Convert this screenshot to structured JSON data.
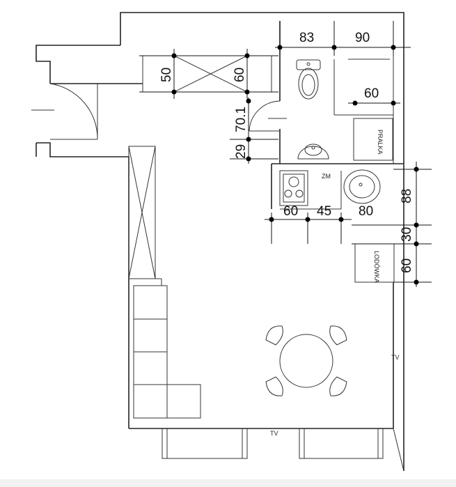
{
  "dimensions": {
    "d83": "83",
    "d90": "90",
    "d60_shower": "60",
    "d50": "50",
    "d60_cab": "60",
    "d70": "70.1",
    "d29": "29",
    "d60_stove": "60",
    "d45": "45",
    "d80": "80",
    "d88": "88",
    "d30": "30",
    "d60_fridge": "60"
  },
  "labels": {
    "washer": "PRALKA",
    "fridge": "LODÓWKA",
    "sink_mark": "ZM",
    "tv_right": "TV",
    "tv_bottom": "TV"
  }
}
